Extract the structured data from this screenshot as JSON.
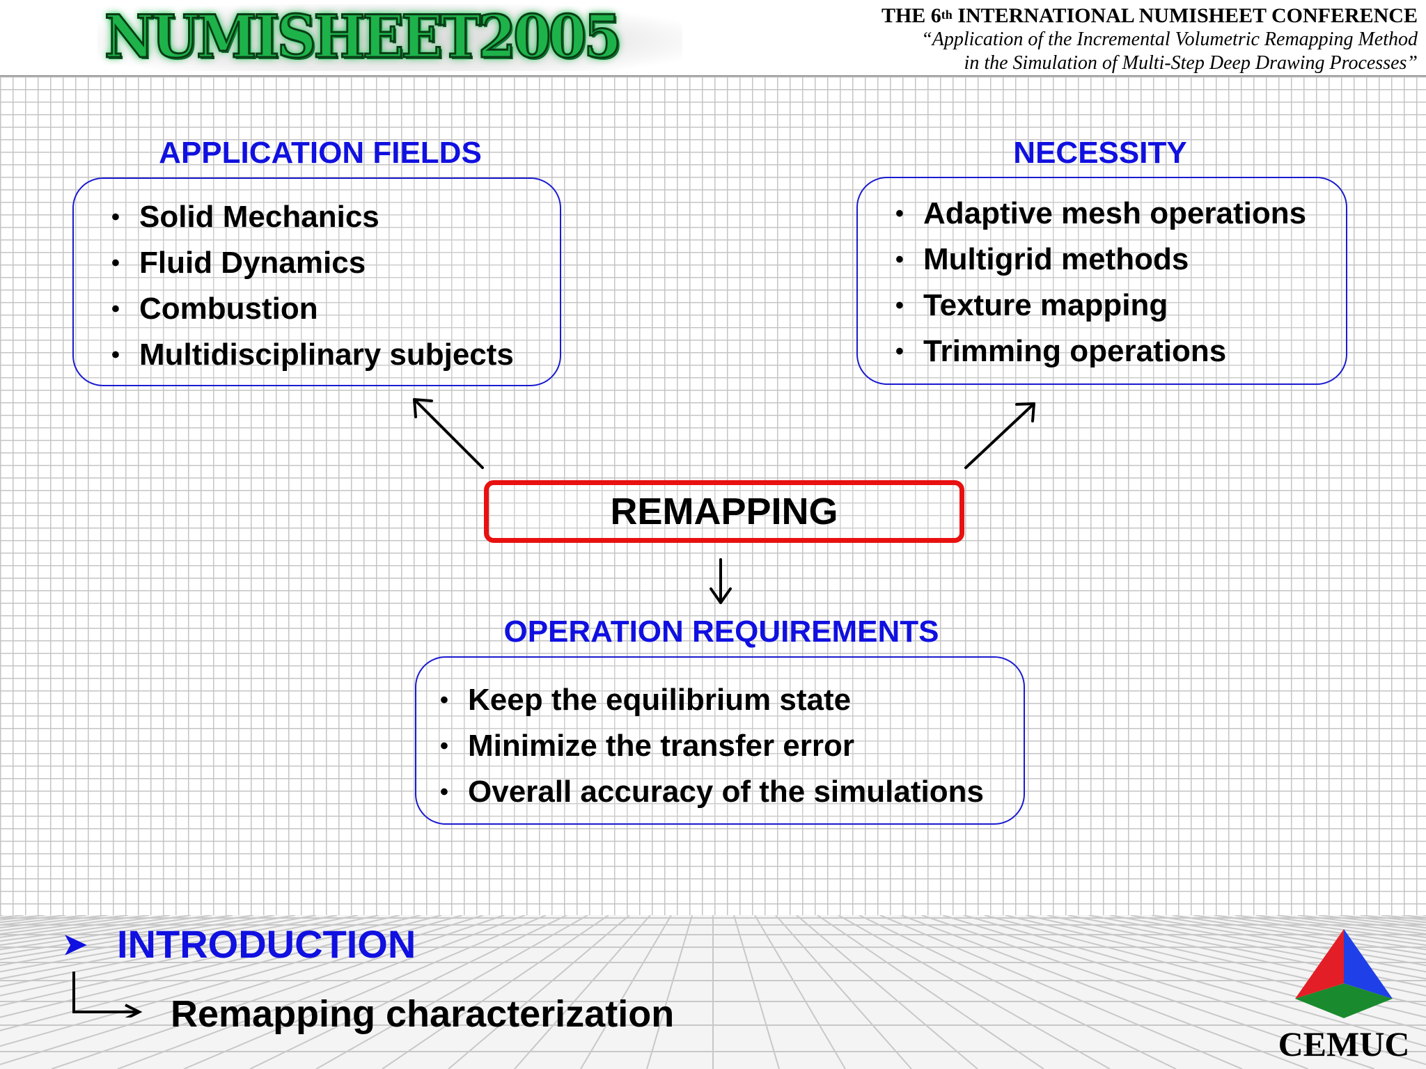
{
  "header": {
    "logo_text": "NUMISHEET2005",
    "conference_prefix": "THE 6",
    "conference_sup": "th",
    "conference_suffix": " INTERNATIONAL NUMISHEET CONFERENCE",
    "paper_title_line1": "“Application of the Incremental Volumetric Remapping Method",
    "paper_title_line2": "in the Simulation of Multi-Step Deep Drawing Processes”"
  },
  "diagram": {
    "center_label": "REMAPPING",
    "application_fields": {
      "title": "APPLICATION FIELDS",
      "items": [
        "Solid Mechanics",
        "Fluid Dynamics",
        "Combustion",
        "Multidisciplinary subjects"
      ]
    },
    "necessity": {
      "title": "NECESSITY",
      "items": [
        "Adaptive mesh operations",
        "Multigrid methods",
        "Texture mapping",
        "Trimming operations"
      ]
    },
    "operation_requirements": {
      "title": "OPERATION REQUIREMENTS",
      "items": [
        "Keep the equilibrium state",
        "Minimize the transfer error",
        "Overall accuracy of the simulations"
      ]
    }
  },
  "footer": {
    "section": "INTRODUCTION",
    "subsection": "Remapping characterization",
    "org_name": "CEMUC",
    "colors": {
      "accent_blue": "#1010e0",
      "remap_red": "#e81010",
      "logo_red": "#e41e26",
      "logo_blue": "#1f3fe8",
      "logo_green": "#1a8a2e"
    }
  }
}
